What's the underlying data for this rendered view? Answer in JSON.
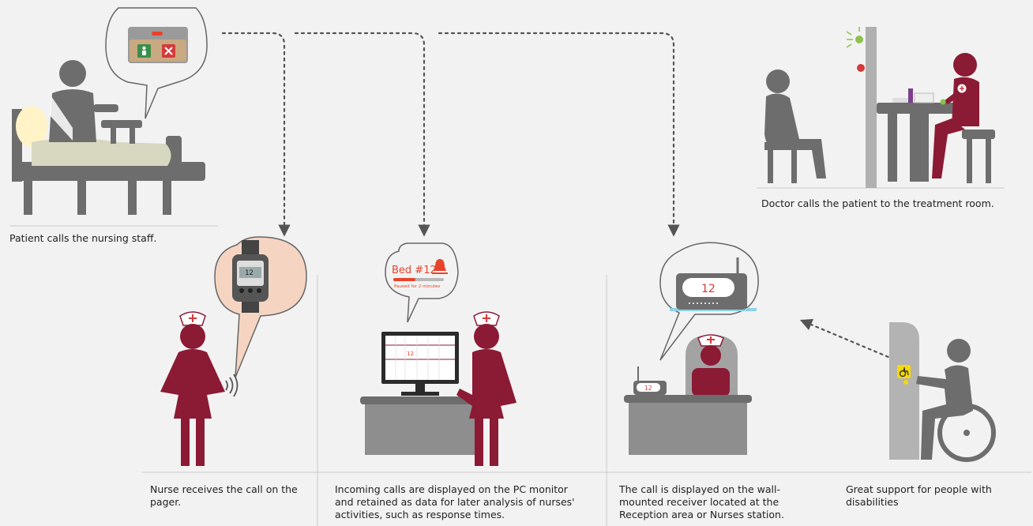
{
  "captions": {
    "patient": "Patient calls the nursing staff.",
    "doctor": "Doctor calls the patient to the treatment room.",
    "pager": "Nurse receives the call on the pager.",
    "pc": "Incoming calls are displayed on the PC monitor and retained as data for later analysis of nurses' activities, such as response times.",
    "receiver": "The call is displayed on the wall-mounted receiver located at the Reception area or Nurses station.",
    "disabled": "Great support for people with disabilities"
  },
  "pc_bubble": {
    "bed": "Bed #12",
    "paused": "Paused for 2 minutes"
  },
  "pager_display": "12",
  "monitor_cell": "12",
  "receiver_display": "12",
  "desk_receiver_display": "12",
  "colors": {
    "background": "#f2f2f2",
    "nurse": "#8b1a35",
    "figure_gray": "#6d6d6d",
    "accent_red": "#e8432a",
    "arrow": "#555555",
    "call_button_green": "#3a8f4a",
    "disability_button": "#f5d90a"
  },
  "icons": [
    "call-button-icon",
    "cancel-icon",
    "bell-icon",
    "wheelchair-icon",
    "signal-waves-icon",
    "red-cross-icon"
  ]
}
